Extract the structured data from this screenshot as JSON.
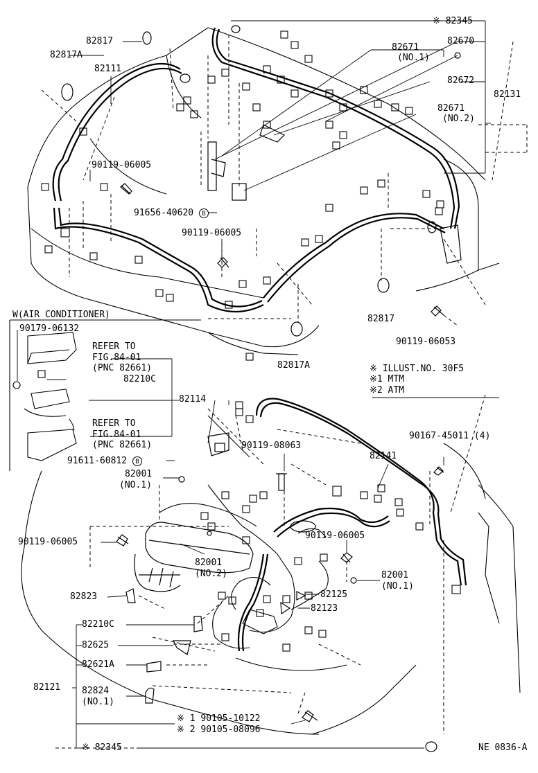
{
  "labels": {
    "p82345_top": "※ 82345",
    "p82817_top": "82817",
    "p82670": "82670",
    "p82817A_top": "82817A",
    "p82671_no1_a": "82671",
    "p82671_no1_b": "(NO.1)",
    "p82111": "82111",
    "p82672": "82672",
    "p82131": "82131",
    "p82671_no2_a": "82671",
    "p82671_no2_b": "(NO.2)",
    "p90119_06005_a": "90119-06005",
    "p91656": "91656-40620",
    "p90119_06005_b": "90119-06005",
    "w_air": "W(AIR CONDITIONER)",
    "p90179": "90179-06132",
    "refer1_a": "REFER TO",
    "refer1_b": "FIG.84-01",
    "refer1_c": "(PNC 82661)",
    "p82210C_mid": "82210C",
    "p82817_mid": "82817",
    "p90119_06053": "90119-06053",
    "p82817A_mid": "82817A",
    "legend_1": "※  ILLUST.NO. 30F5",
    "legend_2": "※1 MTM",
    "legend_3": "※2 ATM",
    "p82114": "82114",
    "refer2_a": "REFER TO",
    "refer2_b": "FIG.84-01",
    "refer2_c": "(PNC 82661)",
    "p90119_08063": "90119-08063",
    "p90167": "90167-45011 (4)",
    "p91611": "91611-60812",
    "p82141": "82141",
    "p82001_no1_a": "82001",
    "p82001_no1_b": "(NO.1)",
    "p90119_06005_c": "90119-06005",
    "p90119_06005_d": "90119-06005",
    "p82001_no2_a": "82001",
    "p82001_no2_b": "(NO.2)",
    "p82001_no1r_a": "82001",
    "p82001_no1r_b": "(NO.1)",
    "p82823": "82823",
    "p82125": "82125",
    "p82123": "82123",
    "p82210C_bot": "82210C",
    "p82625": "82625",
    "p82621A": "82621A",
    "p82121": "82121",
    "p82824_a": "82824",
    "p82824_b": "(NO.1)",
    "p90105_1": "※ 1  90105-10122",
    "p90105_2": "※ 2  90105-08096",
    "p82345_bot": "※ 82345",
    "code": "NE 0836-A",
    "circle_b": "B"
  }
}
